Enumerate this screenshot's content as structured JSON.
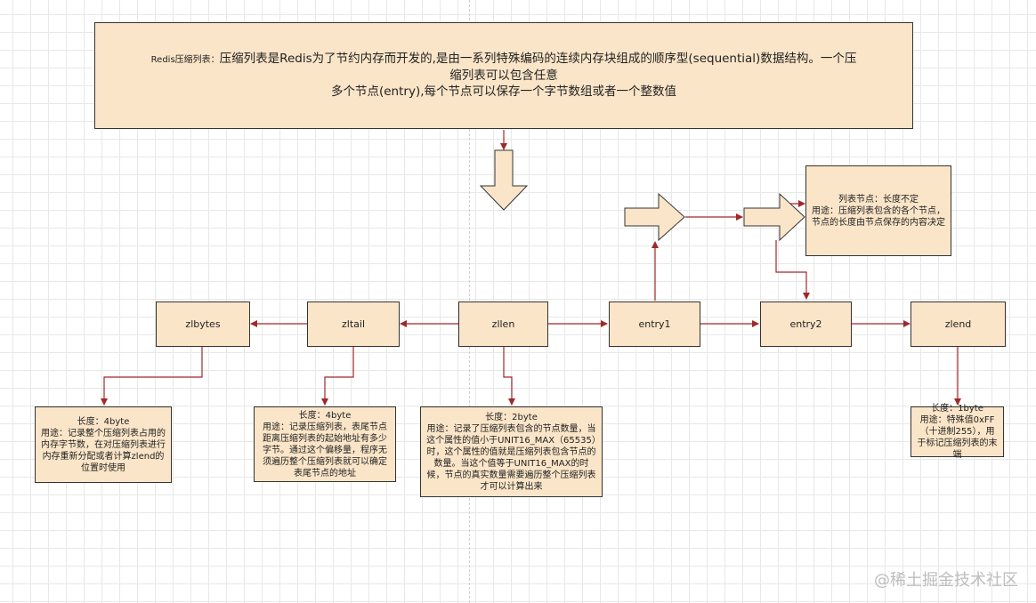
{
  "title": {
    "prefix": "Redis压缩列表：",
    "line1": "压缩列表是Redis为了节约内存而开发的,是由一系列特殊编码的连续内存块组成的顺序型(sequential)数据结构。一个压缩列表可以包含任意",
    "line2": "多个节点(entry),每个节点可以保存一个字节数组或者一个整数值"
  },
  "nodes": {
    "zlbytes": "zlbytes",
    "zltail": "zltail",
    "zllen": "zllen",
    "entry1": "entry1",
    "entry2": "entry2",
    "zlend": "zlend"
  },
  "notes": {
    "zlbytes": {
      "length": "长度：4byte",
      "usage": "用途：记录整个压缩列表占用的内存字节数，在对压缩列表进行内存重新分配或者计算zlend的位置时使用"
    },
    "zltail": {
      "length": "长度：4byte",
      "usage": "用途：记录压缩列表，表尾节点距离压缩列表的起始地址有多少字节。通过这个偏移量，程序无须遍历整个压缩列表就可以确定表尾节点的地址"
    },
    "zllen": {
      "length": "长度：2byte",
      "usage": "用途：记录了压缩列表包含的节点数量，当这个属性的值小于UNIT16_MAX（65535）时，这个属性的值就是压缩列表包含节点的数量。当这个值等于UNIT16_MAX的时候，节点的真实数量需要遍历整个压缩列表才可以计算出来"
    },
    "entry": {
      "length": "列表节点：长度不定",
      "usage": "用途：压缩列表包含的各个节点，节点的长度由节点保存的内容决定"
    },
    "zlend": {
      "length": "长度：1byte",
      "usage": "用途：特殊值0xFF（十进制255），用于标记压缩列表的末端"
    }
  },
  "watermark": "@稀土掘金技术社区",
  "colors": {
    "box_fill": "#fbe5c8",
    "arrow": "#a0282a",
    "border": "#333333"
  }
}
